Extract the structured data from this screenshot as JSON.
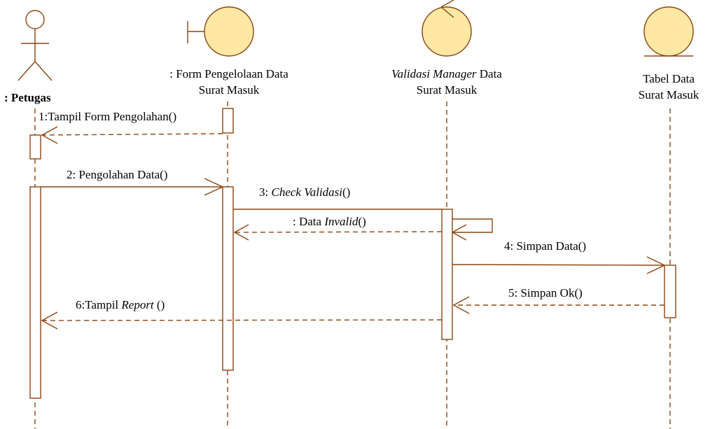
{
  "lifelines": {
    "actor": {
      "label": ": Petugas"
    },
    "form": {
      "line1": ": Form Pengelolaan Data",
      "line2": "Surat Masuk"
    },
    "manager": {
      "line1_italic": "Validasi Manager",
      "line1_rest": " Data",
      "line2": "Surat Masuk"
    },
    "tabel": {
      "line1": "Tabel Data",
      "line2": "Surat Masuk"
    }
  },
  "messages": [
    {
      "id": "m1",
      "pre": "1:Tampil Form Pengolahan()",
      "italic": "",
      "post": ""
    },
    {
      "id": "m2",
      "pre": "2: Pengolahan Data()",
      "italic": "",
      "post": ""
    },
    {
      "id": "m3",
      "pre": "3: ",
      "italic": "Check Validasi",
      "post": "()"
    },
    {
      "id": "m3r",
      "pre": ": Data ",
      "italic": "Invalid",
      "post": "()"
    },
    {
      "id": "m4",
      "pre": "4: Simpan Data()",
      "italic": "",
      "post": ""
    },
    {
      "id": "m5",
      "pre": "5: Simpan Ok()",
      "italic": "",
      "post": ""
    },
    {
      "id": "m6",
      "pre": "6:Tampil ",
      "italic": "Report",
      "post": " ()"
    }
  ],
  "colors": {
    "line": "#8B4513",
    "fill": "#FFE8A3",
    "text": "#000000"
  }
}
